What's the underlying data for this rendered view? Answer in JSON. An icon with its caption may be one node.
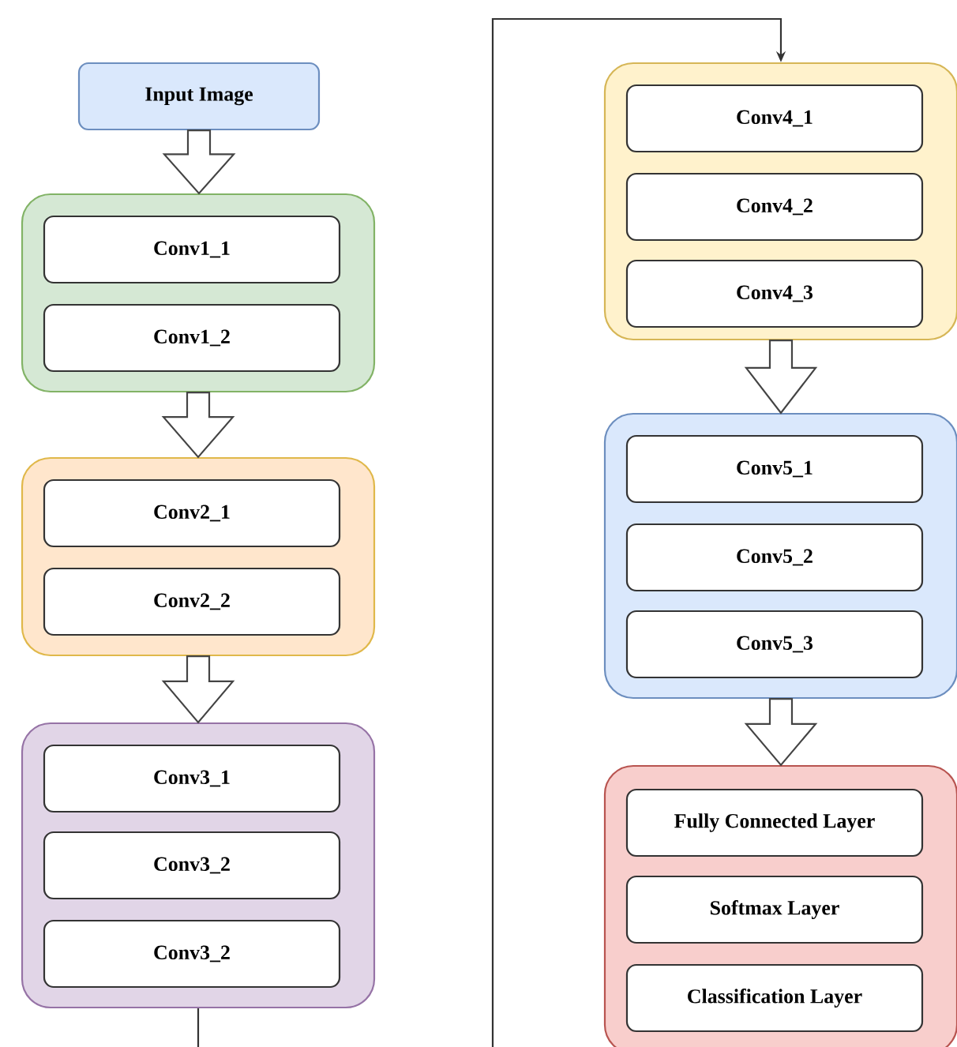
{
  "diagram": {
    "nodes": [
      {
        "text": [
          "Input Image"
        ]
      },
      {
        "text": [],
        "shape": "box"
      },
      {
        "text": [
          "Conv1_1"
        ],
        "in": 1
      },
      {
        "text": [
          "Conv1_2"
        ],
        "in": 1
      },
      {
        "text": [],
        "shape": "box"
      },
      {
        "text": [
          "Conv2_1"
        ],
        "in": 4
      },
      {
        "text": [
          "Conv2_2"
        ],
        "in": 4
      },
      {
        "text": [],
        "shape": "box"
      },
      {
        "text": [
          "Conv3_1"
        ],
        "in": 7
      },
      {
        "text": [
          "Conv3_2"
        ],
        "in": 7
      },
      {
        "text": [
          "Conv3_2"
        ],
        "in": 7
      },
      {
        "text": [],
        "shape": "box"
      },
      {
        "text": [
          "Conv4_1"
        ],
        "in": 11
      },
      {
        "text": [
          "Conv4_2"
        ],
        "in": 11
      },
      {
        "text": [
          "Conv4_3"
        ],
        "in": 11
      },
      {
        "text": [],
        "shape": "box"
      },
      {
        "text": [
          "Conv5_1"
        ],
        "in": 15
      },
      {
        "text": [
          "Conv5_2"
        ],
        "in": 15
      },
      {
        "text": [
          "Conv5_3"
        ],
        "in": 15
      },
      {
        "text": [],
        "shape": "box"
      },
      {
        "text": [
          "Fully Connected Layer"
        ],
        "in": 19
      },
      {
        "text": [
          "Softmax Layer"
        ],
        "in": 19
      },
      {
        "text": [
          "Classification Layer"
        ],
        "in": 19
      }
    ],
    "edges": [
      {
        "from": 0,
        "to": 1,
        "arrow": "to"
      },
      {
        "from": 1,
        "to": 4,
        "arrow": "to"
      },
      {
        "from": 4,
        "to": 7,
        "arrow": "to"
      },
      {
        "from": 7,
        "to": 11,
        "arrow": "to"
      },
      {
        "from": 11,
        "to": 15,
        "arrow": "to"
      },
      {
        "from": 15,
        "to": 19,
        "arrow": "to"
      }
    ]
  }
}
